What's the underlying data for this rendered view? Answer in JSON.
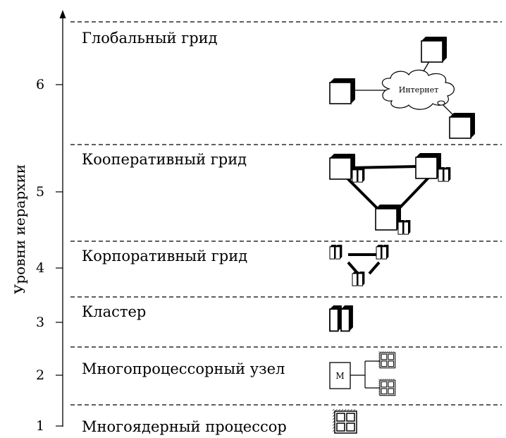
{
  "axis": {
    "title": "Уровни иерархии"
  },
  "levels": [
    {
      "number": "6",
      "label": "Глобальный грид"
    },
    {
      "number": "5",
      "label": "Кооперативный грид"
    },
    {
      "number": "4",
      "label": "Корпоративный грид"
    },
    {
      "number": "3",
      "label": "Кластер"
    },
    {
      "number": "2",
      "label": "Многопроцессорный узел"
    },
    {
      "number": "1",
      "label": "Многоядерный процессор"
    }
  ],
  "icons": {
    "internet_label": "Интернет",
    "memory_label": "М"
  }
}
